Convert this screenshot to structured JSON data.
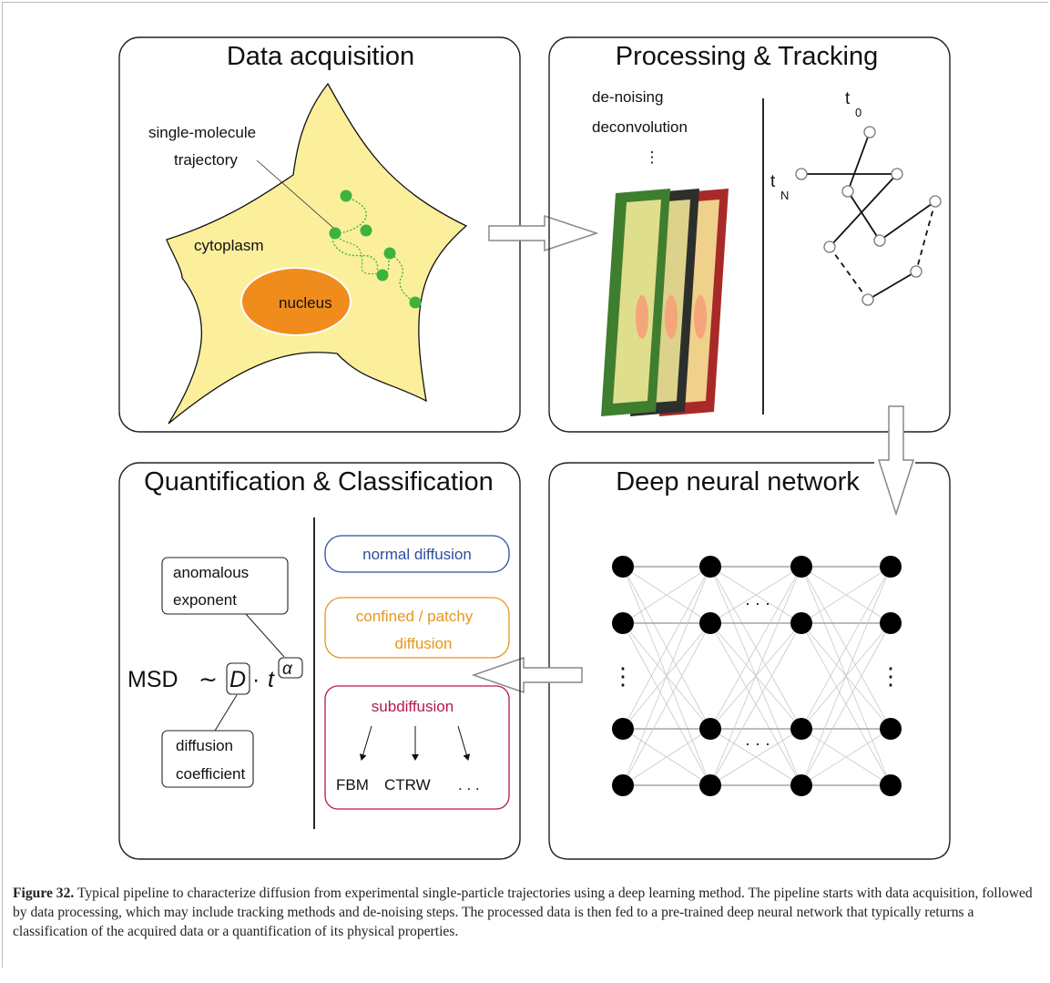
{
  "panels": {
    "acquisition": {
      "title": "Data acquisition",
      "label_trajectory_1": "single-molecule",
      "label_trajectory_2": "trajectory",
      "label_cytoplasm": "cytoplasm",
      "label_nucleus": "nucleus"
    },
    "processing": {
      "title": "Processing & Tracking",
      "step_1": "de-noising",
      "step_2": "deconvolution",
      "ellipsis": "⋮",
      "t0": "t",
      "t0_sub": "0",
      "tN": "t",
      "tN_sub": "N"
    },
    "network": {
      "title": "Deep neural network",
      "dots_h": "· · ·",
      "dots_v": "⋮"
    },
    "quantification": {
      "title": "Quantification & Classification",
      "box_exponent_1": "anomalous",
      "box_exponent_2": "exponent",
      "box_coeff_1": "diffusion",
      "box_coeff_2": "coefficient",
      "formula_msd": "MSD",
      "formula_sim": "∼",
      "formula_D": "D",
      "formula_dot": "·",
      "formula_t": "t",
      "formula_alpha": "α",
      "class_normal": "normal diffusion",
      "class_confined_1": "confined / patchy",
      "class_confined_2": "diffusion",
      "class_sub": "subdiffusion",
      "sub_fbm": "FBM",
      "sub_ctrw": "CTRW",
      "sub_more": ". . ."
    }
  },
  "colors": {
    "normal": "#2c4f9e",
    "confined": "#e8951e",
    "subdiffusion": "#b5174f",
    "cell": "#fbef9c",
    "nucleus": "#f08c1c",
    "particle": "#3db33d"
  },
  "caption": {
    "label": "Figure 32.",
    "text": " Typical pipeline to characterize diffusion from experimental single-particle trajectories using a deep learning method. The pipeline starts with data acquisition, followed by data processing, which may include tracking methods and de-noising steps. The processed data is then fed to a pre-trained deep neural network that typically returns a classification of the acquired data or a quantification of its physical properties."
  }
}
